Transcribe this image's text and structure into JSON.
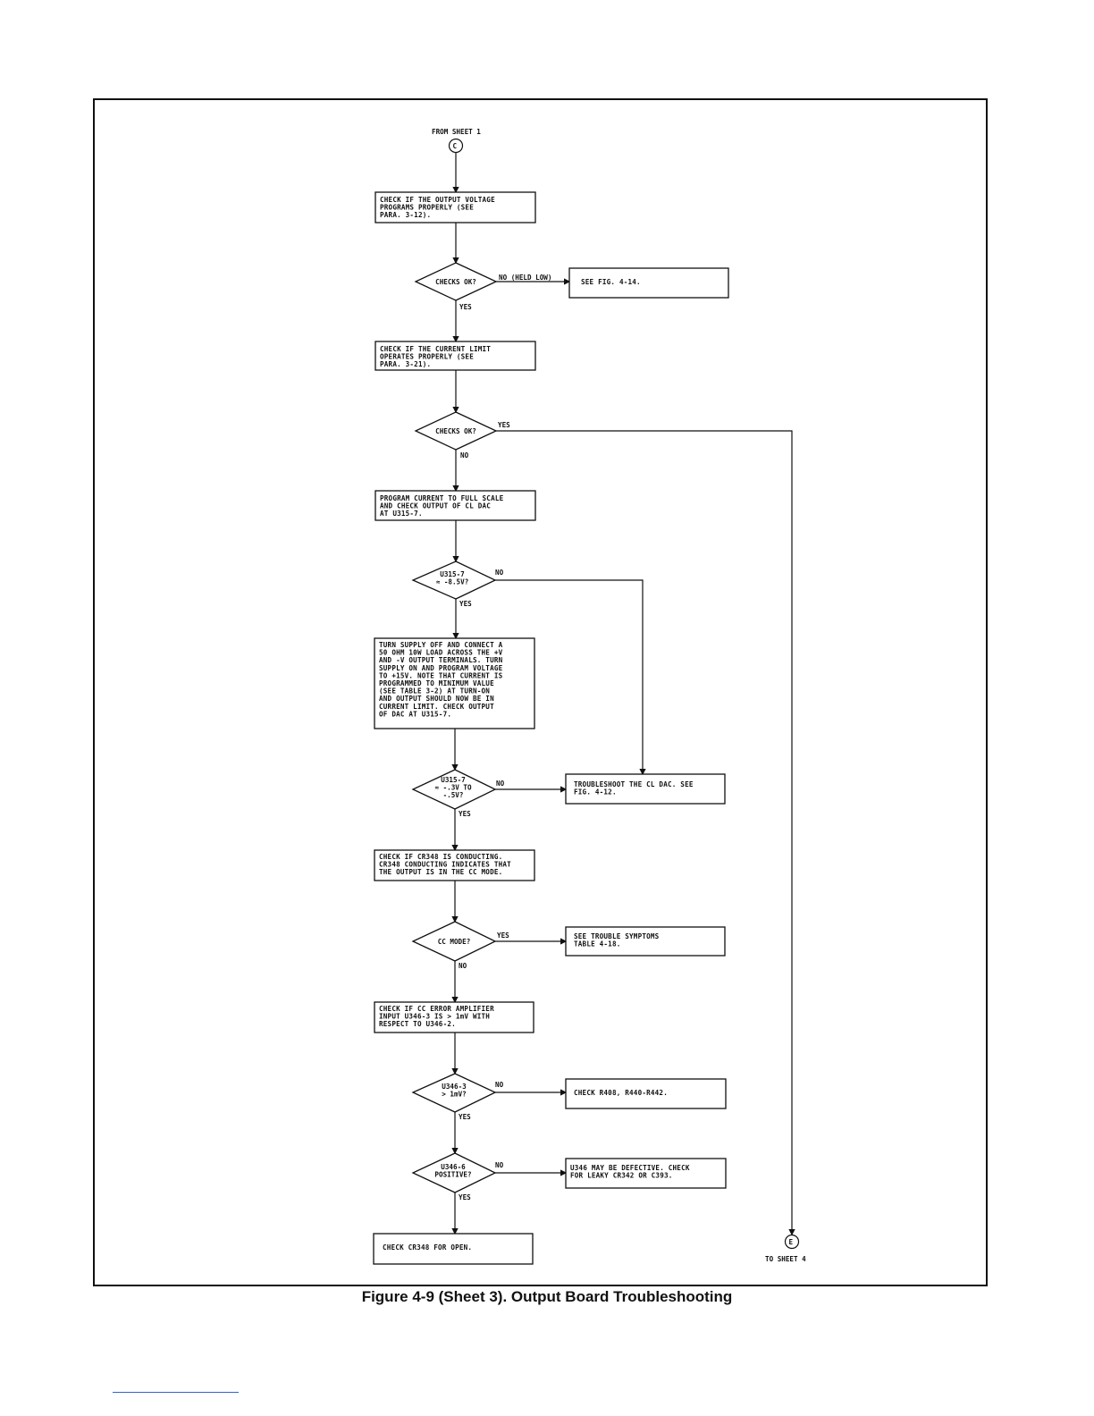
{
  "diagram": {
    "entry_connector": {
      "label": "FROM SHEET 1",
      "letter": "C"
    },
    "exit_connector": {
      "label": "TO SHEET 4",
      "letter": "E"
    },
    "boxes": {
      "b1": [
        "CHECK IF THE OUTPUT VOLTAGE",
        "PROGRAMS PROPERLY (SEE",
        "PARA. 3-12)."
      ],
      "b2": [
        "CHECK IF THE CURRENT LIMIT",
        "OPERATES PROPERLY (SEE",
        "PARA. 3-21)."
      ],
      "b3": [
        "PROGRAM CURRENT TO FULL SCALE",
        "AND CHECK OUTPUT OF CL DAC",
        "AT U315-7."
      ],
      "b4": [
        "TURN SUPPLY OFF AND CONNECT A",
        "50 OHM 10W LOAD ACROSS THE +V",
        "AND -V OUTPUT TERMINALS. TURN",
        "SUPPLY ON AND PROGRAM VOLTAGE",
        "TO +15V. NOTE THAT CURRENT IS",
        "PROGRAMMED TO MINIMUM VALUE",
        "(SEE TABLE 3-2) AT TURN-ON",
        "AND OUTPUT SHOULD NOW BE IN",
        "CURRENT LIMIT. CHECK OUTPUT",
        "OF DAC AT U315-7."
      ],
      "b5": [
        "CHECK IF CR348 IS CONDUCTING.",
        "CR348 CONDUCTING INDICATES THAT",
        "THE OUTPUT IS IN THE CC MODE."
      ],
      "b6": [
        "CHECK IF CC ERROR AMPLIFIER",
        "INPUT U346-3 IS > 1mV WITH",
        "RESPECT TO U346-2."
      ],
      "b7": [
        "CHECK CR348 FOR OPEN."
      ],
      "r1": [
        "SEE FIG. 4-14."
      ],
      "r2": [
        "TROUBLESHOOT THE CL DAC. SEE",
        "FIG. 4-12."
      ],
      "r3": [
        "SEE TROUBLE SYMPTOMS",
        "TABLE 4-18."
      ],
      "r4": [
        "CHECK R408, R440-R442."
      ],
      "r5": [
        "U346 MAY BE DEFECTIVE. CHECK",
        "FOR LEAKY CR342 OR C393."
      ]
    },
    "decisions": {
      "d1": [
        "CHECKS OK?"
      ],
      "d2": [
        "CHECKS OK?"
      ],
      "d3": [
        "U315-7",
        "≈ -8.5V?"
      ],
      "d4": [
        "U315-7",
        "≈ -.3V TO",
        "-.5V?"
      ],
      "d5": [
        "CC MODE?"
      ],
      "d6": [
        "U346-3",
        "> 1mV?"
      ],
      "d7": [
        "U346-6",
        "POSITIVE?"
      ]
    },
    "labels": {
      "d1_no": "NO (HELD LOW)",
      "d1_yes": "YES",
      "d2_yes": "YES",
      "d2_no": "NO",
      "d3_no": "NO",
      "d3_yes": "YES",
      "d4_no": "NO",
      "d4_yes": "YES",
      "d5_yes": "YES",
      "d5_no": "NO",
      "d6_no": "NO",
      "d6_yes": "YES",
      "d7_no": "NO",
      "d7_yes": "YES"
    }
  },
  "caption": "Figure 4-9 (Sheet 3). Output Board Troubleshooting"
}
